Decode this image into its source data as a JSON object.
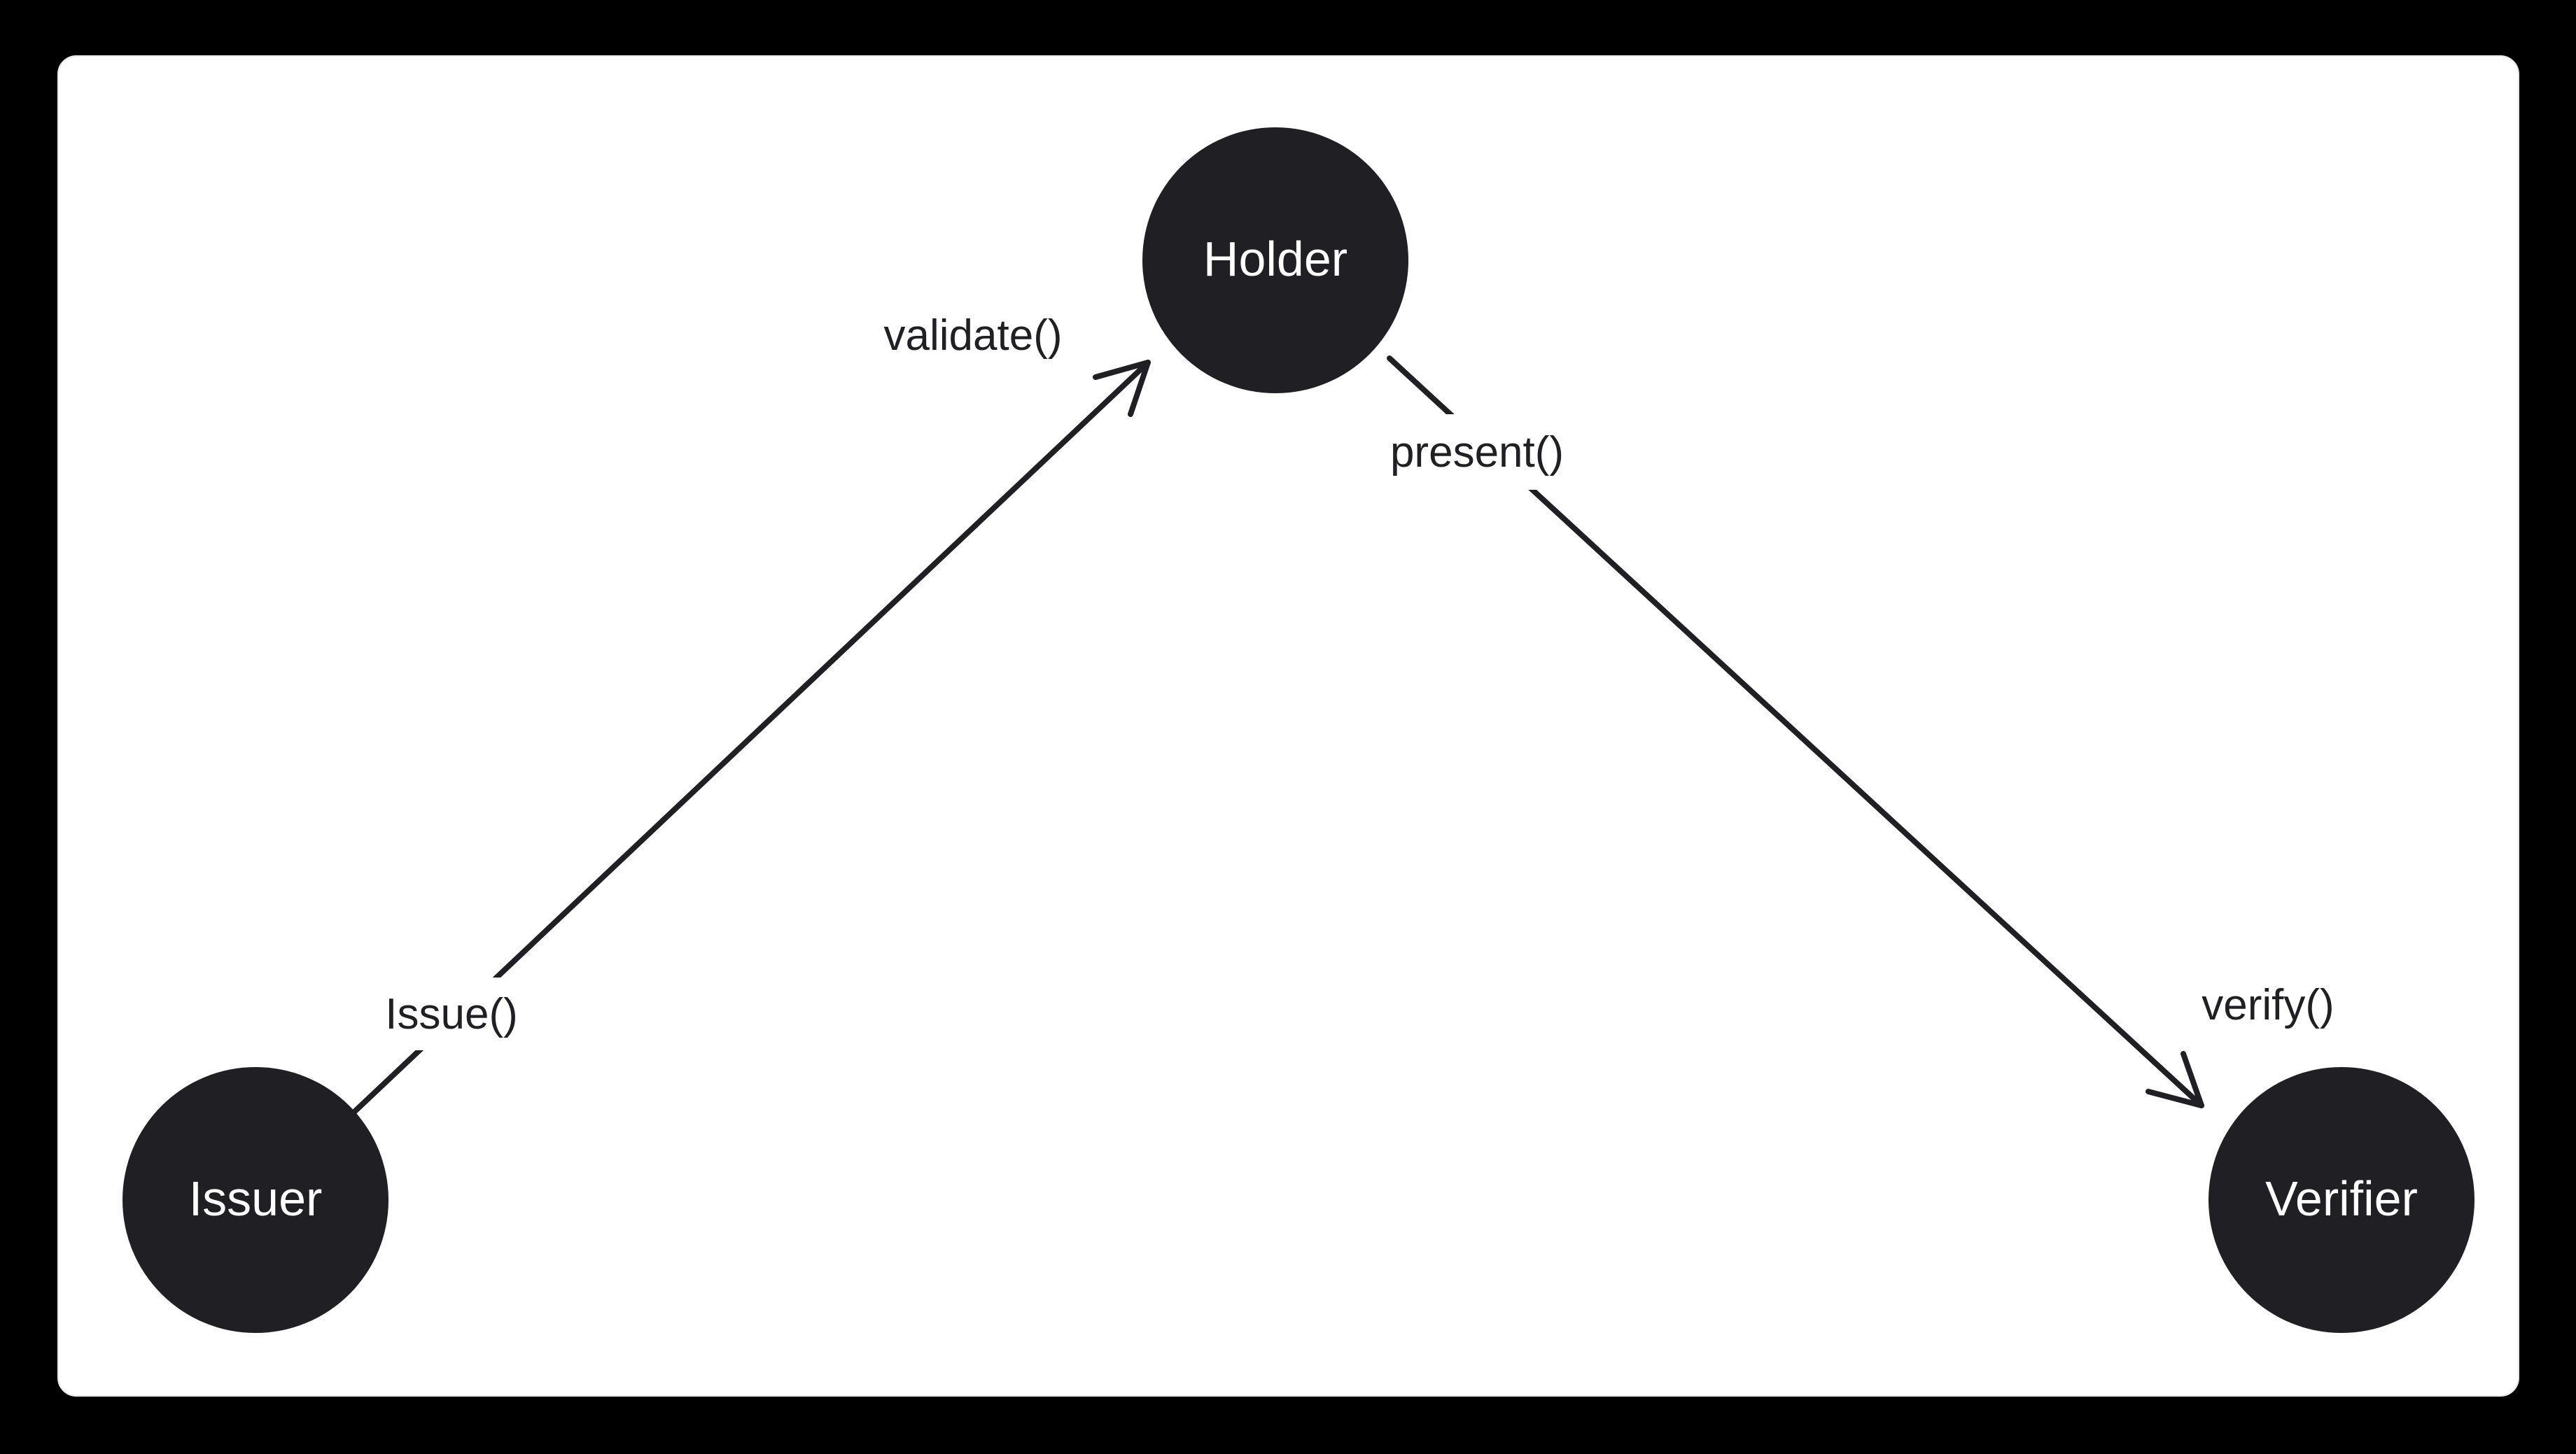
{
  "diagram": {
    "background_color": "#000000",
    "card_color": "#ffffff",
    "card_edge_color": "#e9e9e9",
    "ink_color": "#201f24",
    "node_fill_color": "#201f24",
    "node_text_color": "#ffffff",
    "nodes": [
      {
        "id": "holder",
        "label": "Holder"
      },
      {
        "id": "issuer",
        "label": "Issuer"
      },
      {
        "id": "verifier",
        "label": "Verifier"
      }
    ],
    "edges": [
      {
        "from": "issuer",
        "to": "holder",
        "label": "Issue()",
        "arrowhead": "end"
      },
      {
        "from": "holder",
        "to": "verifier",
        "label": "present()",
        "arrowhead": "end"
      }
    ],
    "annotations": [
      {
        "near": "holder-arrow-end",
        "label": "validate()"
      },
      {
        "near": "verifier-arrow-end",
        "label": "verify()"
      }
    ]
  }
}
